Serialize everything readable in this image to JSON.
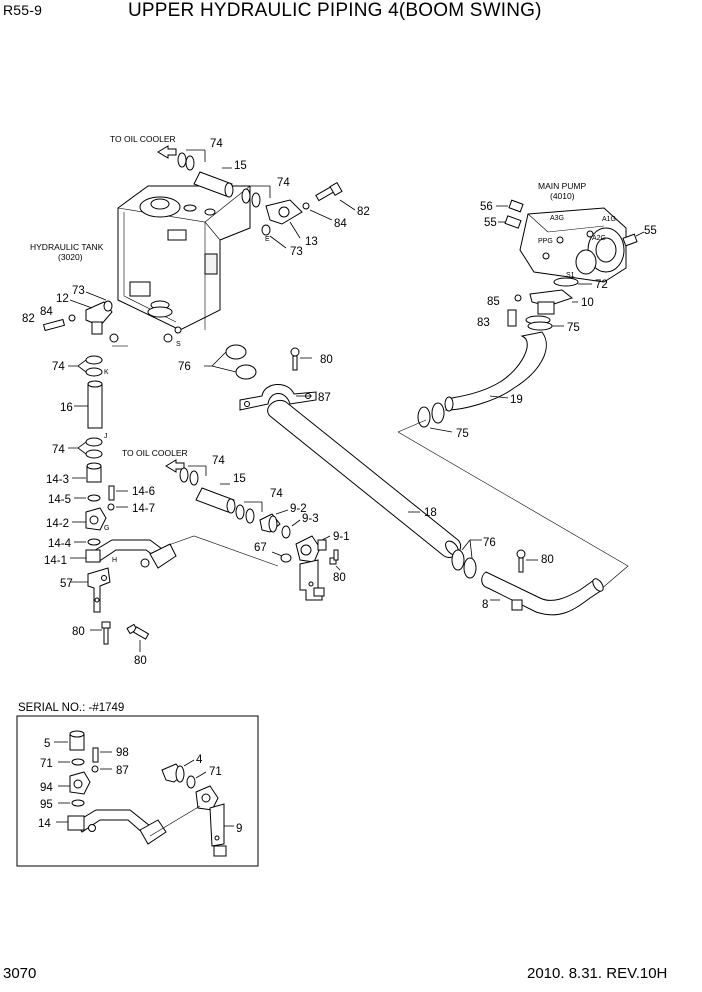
{
  "header": {
    "model": "R55-9",
    "title": "UPPER HYDRAULIC PIPING 4(BOOM SWING)"
  },
  "footer": {
    "page_number": "3070",
    "revision": "2010. 8.31.  REV.10H"
  },
  "annotations": {
    "to_oil_cooler": "TO OIL COOLER",
    "hydraulic_tank": "HYDRAULIC TANK",
    "hydraulic_tank_ref": "(3020)",
    "main_pump": "MAIN PUMP",
    "main_pump_ref": "(4010)",
    "serial_no": "SERIAL NO.: -#1749"
  },
  "port_marks": [
    "E",
    "S",
    "K",
    "J",
    "G",
    "H",
    "A3G",
    "A1G",
    "A2G",
    "PPG",
    "S1"
  ],
  "part_numbers": {
    "p74": "74",
    "p15": "15",
    "p82": "82",
    "p84": "84",
    "p13": "13",
    "p73": "73",
    "p12": "12",
    "p76": "76",
    "p80": "80",
    "p87": "87",
    "p16": "16",
    "p14_3": "14-3",
    "p14_5": "14-5",
    "p14_6": "14-6",
    "p14_7": "14-7",
    "p14_2": "14-2",
    "p14_4": "14-4",
    "p14_1": "14-1",
    "p57": "57",
    "p67": "67",
    "p9_1": "9-1",
    "p9_2": "9-2",
    "p9_3": "9-3",
    "p18": "18",
    "p8": "8",
    "p19": "19",
    "p75": "75",
    "p85": "85",
    "p83": "83",
    "p10": "10",
    "p72": "72",
    "p55": "55",
    "p56": "56",
    "p5": "5",
    "p98": "98",
    "p71": "71",
    "p87b": "87",
    "p94": "94",
    "p95": "95",
    "p14": "14",
    "p4": "4",
    "p9": "9"
  }
}
